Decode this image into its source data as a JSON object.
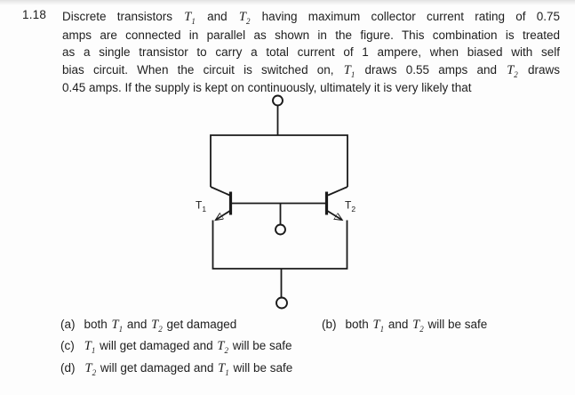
{
  "colors": {
    "ink": "#1e1e1e",
    "paper": "#fdfdfd",
    "scan_edge": "#e2e2e2",
    "line": "#1a1a1a"
  },
  "question": {
    "number": "1.18",
    "lines": [
      [
        {
          "text": "Discrete transistors "
        },
        {
          "var": "T",
          "sub": "1"
        },
        {
          "text": " and "
        },
        {
          "var": "T",
          "sub": "2"
        },
        {
          "text": " having maximum collector current rating of 0.75"
        }
      ],
      [
        {
          "text": "amps are connected in parallel as shown in the figure. This combination is treated"
        }
      ],
      [
        {
          "text": "as a single transistor to carry a total current of 1 ampere, when biased with self"
        }
      ],
      [
        {
          "text": "bias circuit. When the circuit is switched on, "
        },
        {
          "var": "T",
          "sub": "1"
        },
        {
          "text": " draws 0.55 amps and "
        },
        {
          "var": "T",
          "sub": "2"
        },
        {
          "text": " draws"
        }
      ],
      [
        {
          "text": "0.45 amps. If the supply is kept on continuously, ultimately it is very likely that"
        }
      ]
    ]
  },
  "figure": {
    "t1": {
      "base": "T",
      "sub": "1"
    },
    "t2": {
      "base": "T",
      "sub": "2"
    }
  },
  "options": [
    {
      "label": "(a)",
      "segments": [
        {
          "text": "both "
        },
        {
          "var": "T",
          "sub": "1"
        },
        {
          "text": " and "
        },
        {
          "var": "T",
          "sub": "2"
        },
        {
          "text": " get damaged"
        }
      ]
    },
    {
      "label": "(b)",
      "segments": [
        {
          "text": "both "
        },
        {
          "var": "T",
          "sub": "1"
        },
        {
          "text": " and "
        },
        {
          "var": "T",
          "sub": "2"
        },
        {
          "text": " will be safe"
        }
      ]
    },
    {
      "label": "(c)",
      "segments": [
        {
          "var": "T",
          "sub": "1"
        },
        {
          "text": " will get damaged and "
        },
        {
          "var": "T",
          "sub": "2"
        },
        {
          "text": " will be safe"
        }
      ]
    },
    {
      "label": "(d)",
      "segments": [
        {
          "var": "T",
          "sub": "2"
        },
        {
          "text": " will get damaged and "
        },
        {
          "var": "T",
          "sub": "1"
        },
        {
          "text": " will be safe"
        }
      ]
    }
  ]
}
